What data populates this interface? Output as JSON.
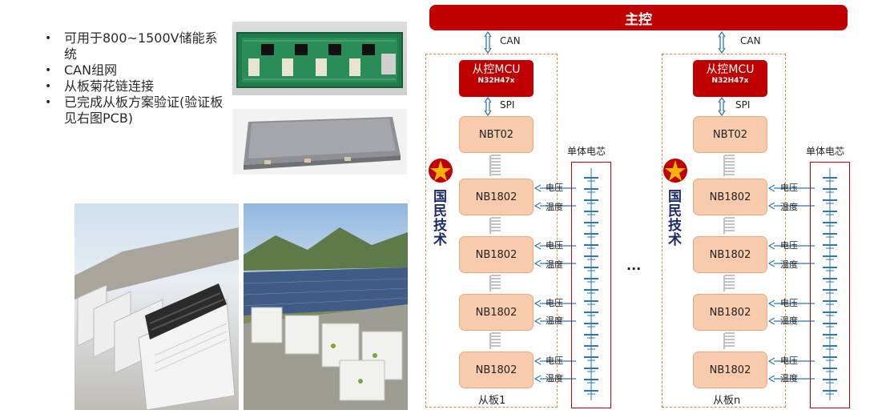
{
  "bullets": [
    "可用于800~1500V储能系统",
    "CAN组网",
    "从板菊花链连接",
    "已完成从板方案验证(验证板见右图PCB)"
  ],
  "photos": {
    "pcb": "pcb-board-photo",
    "enclosure": "board-enclosure-photo",
    "site1": "energy-storage-site-photo",
    "site2": "solar-storage-site-photo"
  },
  "master": {
    "label": "主控"
  },
  "links": {
    "can": "CAN",
    "spi": "SPI"
  },
  "slave_mcu": {
    "title": "从控MCU",
    "model": "N32H47x"
  },
  "afe": {
    "top": "NBT02",
    "chip": "NB1802"
  },
  "signals": {
    "voltage": "电压",
    "temperature": "温度"
  },
  "cells_label": "单体电芯",
  "logo_text": "国民技术",
  "boards": [
    {
      "name": "从板1"
    },
    {
      "name": "从板n"
    }
  ],
  "ellipsis": "···",
  "colors": {
    "red": "#c00000",
    "chip_fill": "#f8cbad",
    "dash": "#d98a3c",
    "arrow": "#2e75b6"
  }
}
